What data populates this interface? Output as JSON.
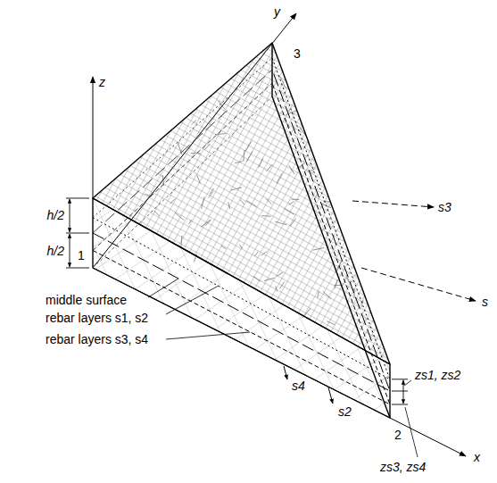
{
  "diagram": {
    "labels": [
      "z",
      "y",
      "x",
      "h/2",
      "h/2",
      "1",
      "2",
      "3",
      "s3",
      "s",
      "s4",
      "s2",
      "middle surface",
      "rebar layers s1, s2",
      "rebar layers s3, s4",
      "zs1, zs2",
      "zs3, zs4"
    ]
  }
}
